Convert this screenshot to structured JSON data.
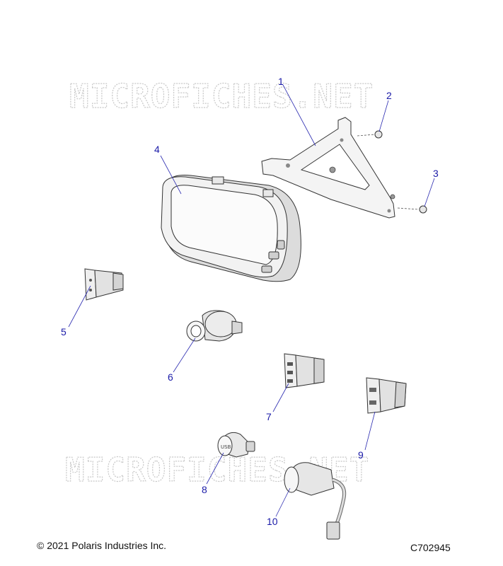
{
  "watermark": "MICROFICHES.NET",
  "callouts": [
    "1",
    "2",
    "3",
    "4",
    "5",
    "6",
    "7",
    "8",
    "9",
    "10"
  ],
  "footer": {
    "copyright": "© 2021 Polaris Industries Inc.",
    "figure_code": "C702945"
  }
}
